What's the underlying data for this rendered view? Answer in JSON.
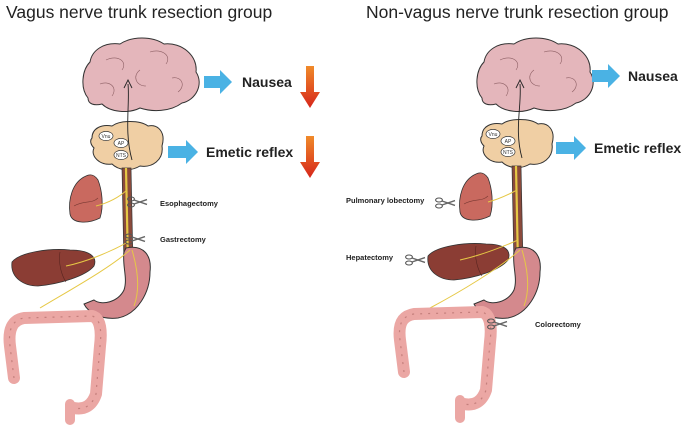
{
  "colors": {
    "brain": "#e4b6bb",
    "brainstem": "#f0cfa4",
    "nerve": "#e6c845",
    "lung": "#c9695f",
    "liver": "#8b3d34",
    "stomach": "#d4898d",
    "colon": "#eba7a4",
    "arrow_blue": "#4ab2e4",
    "arrow_red": "#d92b1c",
    "outline": "#333333"
  },
  "panels": [
    {
      "title": "Vagus nerve trunk resection group",
      "nausea_label": "Nausea",
      "emetic_label": "Emetic reflex",
      "nodes": {
        "vn": "Vnu",
        "ap": "AP",
        "nts": "NTS"
      },
      "procedures": [
        "Esophagectomy",
        "Gastrectomy"
      ],
      "arrows": [
        "blue-right",
        "blue-right",
        "red-down",
        "red-down"
      ]
    },
    {
      "title": "Non-vagus nerve trunk resection group",
      "nausea_label": "Nausea",
      "emetic_label": "Emetic reflex",
      "nodes": {
        "vn": "Vnu",
        "ap": "AP",
        "nts": "NTS"
      },
      "procedures": [
        "Pulmonary lobectomy",
        "Hepatectomy",
        "Colorectomy"
      ],
      "arrows": [
        "blue-right",
        "blue-right"
      ]
    }
  ]
}
